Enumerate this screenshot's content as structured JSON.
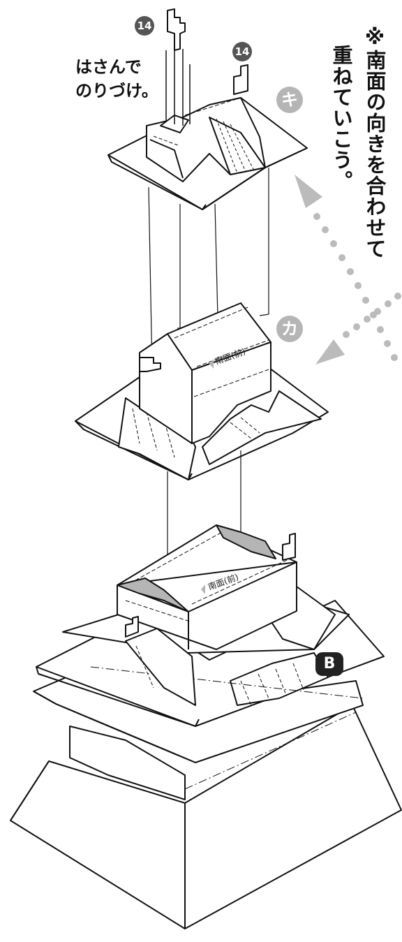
{
  "note": {
    "line1": "※南面の向きを合わせて",
    "line2": "重ねていこう。"
  },
  "glue_instruction": {
    "line1": "はさんで",
    "line2": "のりづけ。"
  },
  "step_badges": [
    "14",
    "14"
  ],
  "part_labels": {
    "top_roof": "キ",
    "middle_tier": "カ",
    "base": "B"
  },
  "south_face_labels": [
    "南面(前)",
    "南面(前)"
  ],
  "colors": {
    "line": "#111111",
    "gray_fill": "#b5b5b5",
    "dot_arrow": "#bbbbbb",
    "badge": "#555555"
  }
}
